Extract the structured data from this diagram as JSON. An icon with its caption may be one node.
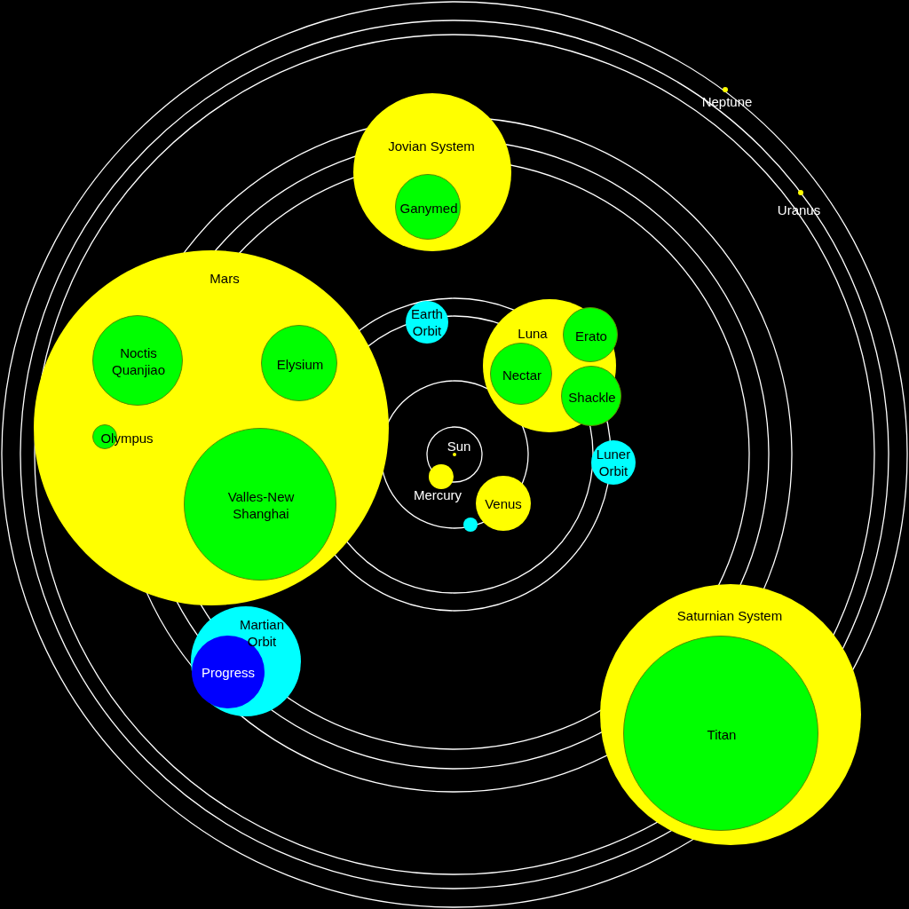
{
  "diagram": {
    "nodes": [
      {
        "text": [
          "Jovian System"
        ]
      },
      {
        "text": [
          "Ganymed"
        ],
        "in": 0
      },
      {
        "text": [
          "Mars"
        ]
      },
      {
        "text": [
          "Noctis Quanjiao"
        ],
        "in": 2
      },
      {
        "text": [
          "Elysium"
        ],
        "in": 2
      },
      {
        "text": [
          "Olympus"
        ],
        "in": 2
      },
      {
        "text": [
          "Valles-New Shanghai"
        ],
        "in": 2
      },
      {
        "text": [
          "Earth Orbit"
        ]
      },
      {
        "text": [
          "Luna"
        ]
      },
      {
        "text": [
          "Erato"
        ],
        "in": 8
      },
      {
        "text": [
          "Nectar"
        ],
        "in": 8
      },
      {
        "text": [
          "Shackle"
        ],
        "in": 8
      },
      {
        "text": [
          "Luner Orbit"
        ]
      },
      {
        "text": [],
        "shape": "circle",
        "beside": [
          "Sun"
        ]
      },
      {
        "text": [],
        "shape": "circle",
        "beside": [
          "Mercury"
        ]
      },
      {
        "text": [
          "Venus"
        ]
      },
      {
        "text": [],
        "shape": "circle"
      },
      {
        "text": [
          "Martian Orbit"
        ]
      },
      {
        "text": [
          "Progress"
        ],
        "in": 17
      },
      {
        "text": [
          "Saturnian System"
        ]
      },
      {
        "text": [
          "Titan"
        ],
        "in": 19
      },
      {
        "text": [],
        "shape": "circle",
        "beside": [
          "Neptune"
        ]
      },
      {
        "text": [],
        "shape": "circle",
        "beside": [
          "Uranus"
        ]
      }
    ]
  }
}
